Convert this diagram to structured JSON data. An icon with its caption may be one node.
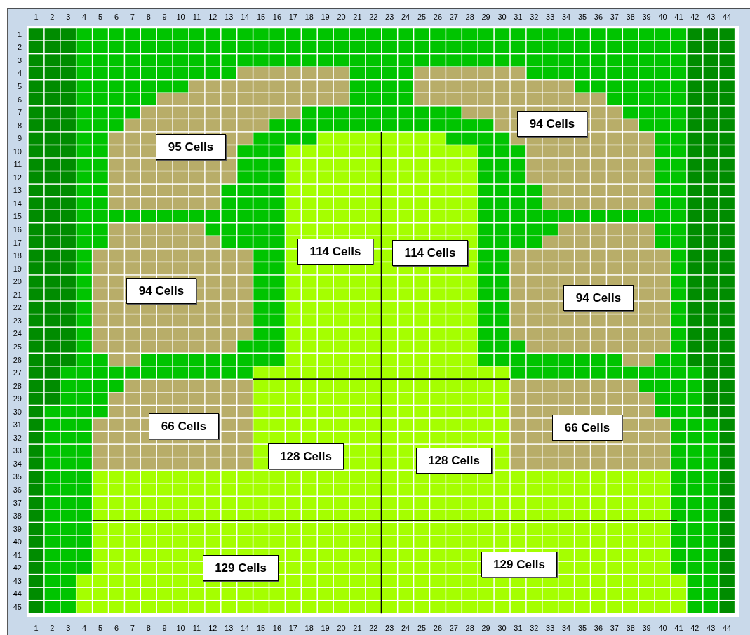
{
  "diagram": {
    "nodes": [
      {
        "text": [
          "94 Cells"
        ]
      },
      {
        "text": [
          "95 Cells"
        ]
      },
      {
        "text": [
          "114 Cells"
        ]
      },
      {
        "text": [
          "114 Cells"
        ]
      },
      {
        "text": [
          "94 Cells"
        ]
      },
      {
        "text": [
          "94 Cells"
        ]
      },
      {
        "text": [
          "66 Cells"
        ]
      },
      {
        "text": [
          "66 Cells"
        ]
      },
      {
        "text": [
          "128 Cells"
        ]
      },
      {
        "text": [
          "128 Cells"
        ]
      },
      {
        "text": [
          "129 Cells"
        ]
      },
      {
        "text": [
          "129 Cells"
        ]
      }
    ],
    "labels": [
      "1",
      "2",
      "3",
      "4",
      "5",
      "6",
      "7",
      "8",
      "9",
      "10",
      "11",
      "12",
      "13",
      "14",
      "15",
      "16",
      "17",
      "18",
      "19",
      "20",
      "21",
      "22",
      "23",
      "24",
      "25",
      "26",
      "27",
      "28",
      "29",
      "30",
      "31",
      "32",
      "33",
      "34",
      "35",
      "36",
      "37",
      "38",
      "39",
      "40",
      "41",
      "42",
      "43",
      "44",
      "1",
      "2",
      "3",
      "4",
      "5",
      "6",
      "7",
      "8",
      "9",
      "10",
      "11",
      "12",
      "13",
      "14",
      "15",
      "16",
      "17",
      "18",
      "19",
      "20",
      "21",
      "22",
      "23",
      "24",
      "25",
      "26",
      "27",
      "28",
      "29",
      "30",
      "31",
      "32",
      "33",
      "34",
      "35",
      "36",
      "37",
      "38",
      "39",
      "40",
      "41",
      "42",
      "43",
      "44",
      "45",
      "1",
      "2",
      "3",
      "4",
      "5",
      "6",
      "7",
      "8",
      "9",
      "10",
      "11",
      "12",
      "13",
      "14",
      "15",
      "16",
      "17",
      "18",
      "19",
      "20",
      "21",
      "22",
      "23",
      "24",
      "25",
      "26",
      "27",
      "28",
      "29",
      "30",
      "31",
      "32",
      "33",
      "34",
      "35",
      "36",
      "37",
      "38",
      "39",
      "40",
      "41",
      "42",
      "43",
      "44"
    ]
  }
}
